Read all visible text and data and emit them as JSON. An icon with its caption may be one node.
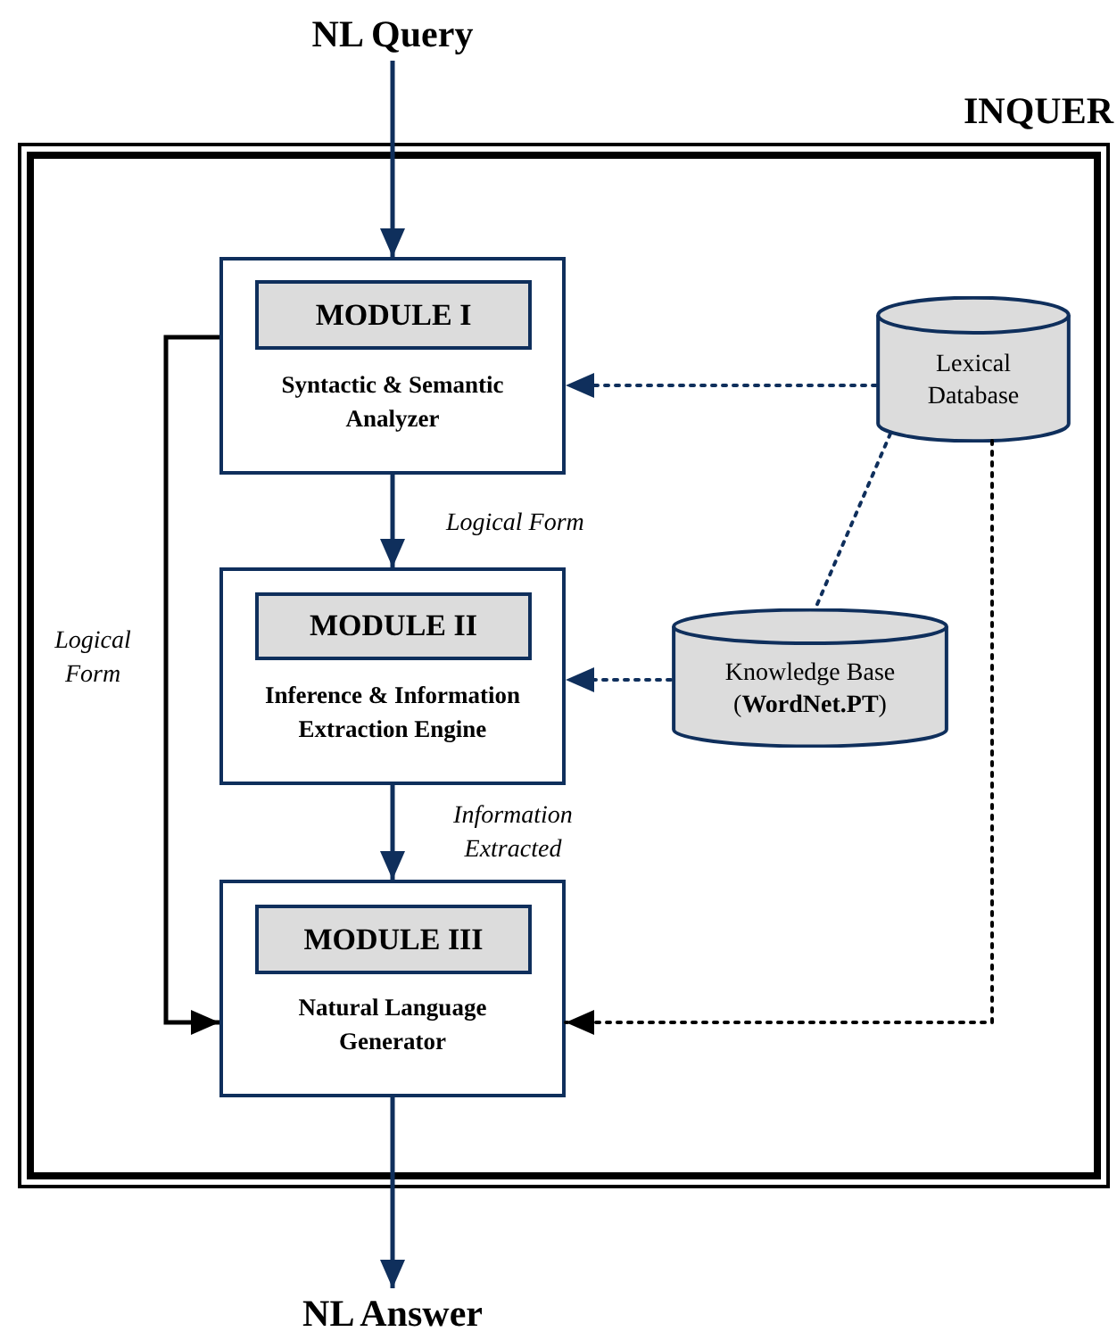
{
  "diagram": {
    "nodes": [
      {
        "text": [
          "NL Query"
        ]
      },
      {
        "text": [
          "INQUER"
        ]
      },
      {
        "text": [
          "Syntactic & Semantic Analyzer"
        ],
        "in": 1
      },
      {
        "text": [
          "MODULE I"
        ],
        "in": 2
      },
      {
        "text": [
          "Lexical Database"
        ],
        "in": 1
      },
      {
        "text": [
          "Inference & Information Extraction Engine"
        ],
        "in": 1
      },
      {
        "text": [
          "MODULE II"
        ],
        "in": 5
      },
      {
        "text": [
          "Knowledge Base (**WordNet.PT**)"
        ],
        "in": 1
      },
      {
        "text": [
          "Natural Language Generator"
        ],
        "in": 1
      },
      {
        "text": [
          "MODULE III"
        ],
        "in": 8
      },
      {
        "text": [
          "NL Answer"
        ]
      }
    ],
    "edges": [
      {
        "from": 0,
        "to": 2,
        "arrow": "to"
      },
      {
        "from": 2,
        "to": 5,
        "arrow": "to",
        "label": "Logical Form"
      },
      {
        "from": 5,
        "to": 8,
        "arrow": "to",
        "label": "Information Extracted"
      },
      {
        "from": 2,
        "to": 8,
        "arrow": "to",
        "label": "Logical Form",
        "color": "#000000"
      },
      {
        "from": 4,
        "to": 2,
        "arrow": "to",
        "style": "dashed"
      },
      {
        "from": 4,
        "to": 7,
        "arrow": "none",
        "style": "dashed"
      },
      {
        "from": 7,
        "to": 5,
        "arrow": "to",
        "style": "dashed"
      },
      {
        "from": 4,
        "to": 8,
        "arrow": "to",
        "style": "dashed",
        "color": "#000000"
      },
      {
        "from": 8,
        "to": 10,
        "arrow": "to"
      }
    ]
  }
}
